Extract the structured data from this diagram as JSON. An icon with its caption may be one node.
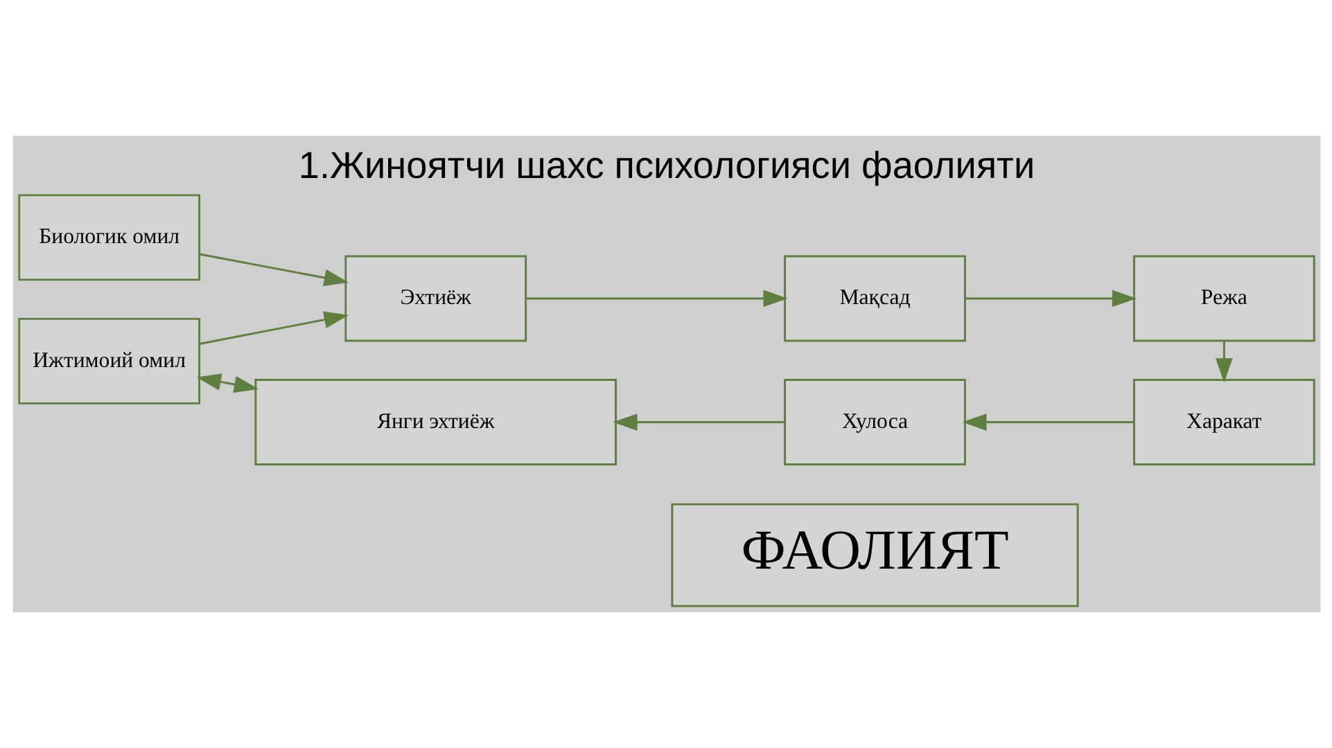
{
  "diagram": {
    "title": "1.Жиноятчи шахс психологияси фаолияти",
    "nodes": [
      {
        "text": [
          "ФАОЛИЯТ"
        ]
      },
      {
        "text": [
          "Биологик омил"
        ]
      },
      {
        "text": [
          "Ижтимоий омил"
        ]
      },
      {
        "text": [
          "Эхтиёж"
        ]
      },
      {
        "text": [
          "Мақсад"
        ]
      },
      {
        "text": [
          "Режа"
        ]
      },
      {
        "text": [
          "Харакат"
        ]
      },
      {
        "text": [
          "Хулоса"
        ]
      },
      {
        "text": [
          "Янги эхтиёж"
        ]
      }
    ],
    "edges": [
      {
        "from": 1,
        "to": 3,
        "arrow": "to"
      },
      {
        "from": 2,
        "to": 3,
        "arrow": "to"
      },
      {
        "from": 3,
        "to": 4,
        "arrow": "to"
      },
      {
        "from": 4,
        "to": 5,
        "arrow": "to"
      },
      {
        "from": 5,
        "to": 6,
        "arrow": "to"
      },
      {
        "from": 6,
        "to": 7,
        "arrow": "to"
      },
      {
        "from": 7,
        "to": 8,
        "arrow": "to"
      },
      {
        "from": 8,
        "to": 2,
        "arrow": "both"
      }
    ]
  }
}
